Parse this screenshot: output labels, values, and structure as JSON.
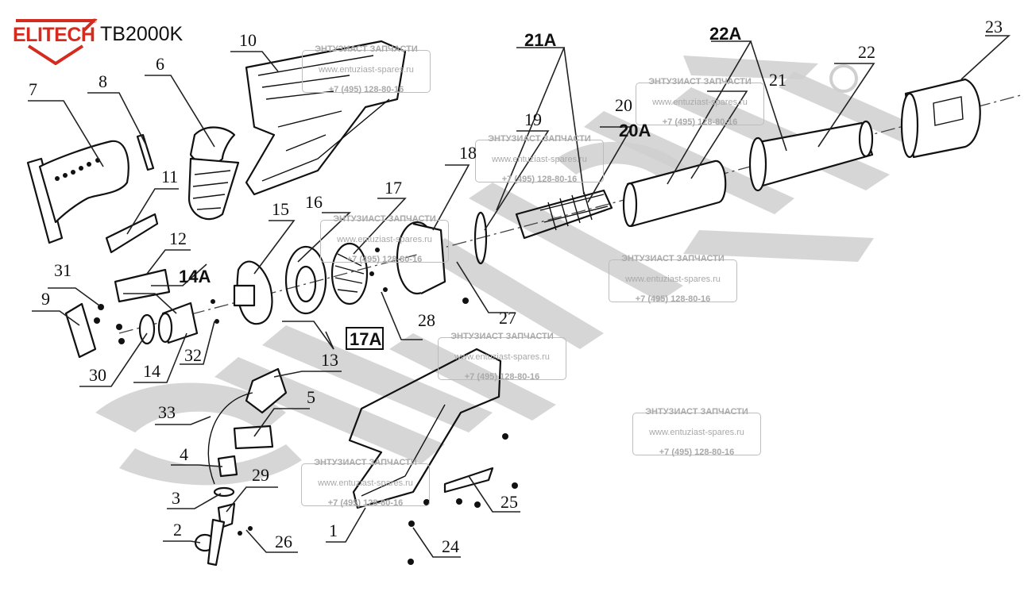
{
  "header": {
    "brand": "ELITECH",
    "model": "TB2000K",
    "brand_color": "#d52b1e"
  },
  "watermark": {
    "big_text": "ЭНТУЗИАСТ",
    "registered_mark": "®",
    "box": {
      "title": "ЭНТУЗИАСТ ЗАПЧАСТИ",
      "url": "www.entuziast-spares.ru",
      "phone": "+7 (495) 128-80-16"
    }
  },
  "labels": {
    "p1": "1",
    "p2": "2",
    "p3": "3",
    "p4": "4",
    "p5": "5",
    "p6": "6",
    "p7": "7",
    "p8": "8",
    "p9": "9",
    "p10": "10",
    "p11": "11",
    "p12": "12",
    "p13": "13",
    "p14": "14",
    "p15": "15",
    "p16": "16",
    "p17": "17",
    "p18": "18",
    "p19": "19",
    "p20": "20",
    "p21": "21",
    "p22": "22",
    "p23": "23",
    "p24": "24",
    "p25": "25",
    "p26": "26",
    "p27": "27",
    "p28": "28",
    "p29": "29",
    "p30": "30",
    "p31": "31",
    "p32": "32",
    "p33": "33"
  },
  "assembly_labels": {
    "a14": "14A",
    "a17": "17A",
    "a20": "20A",
    "a21": "21A",
    "a22": "22A"
  }
}
